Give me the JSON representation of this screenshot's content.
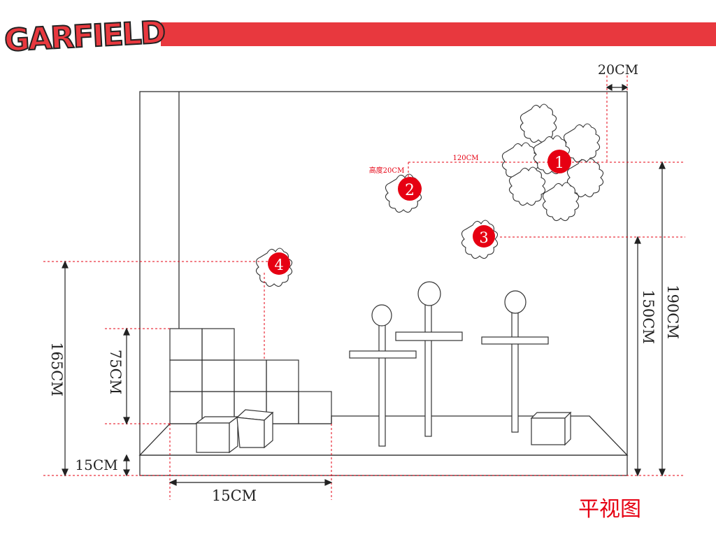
{
  "header": {
    "logo_text": "GARFIELD",
    "band_color": "#e8383e"
  },
  "labels": {
    "width_20cm": "20CM",
    "height_200cm_note": "高度20CM",
    "span_120cm": "120CM",
    "h_190cm": "190CM",
    "h_150cm": "150CM",
    "h_165cm": "165CM",
    "h_75cm": "75CM",
    "h_15cm": "15CM",
    "w_15cm": "15CM",
    "view_title": "平视图"
  },
  "markers": [
    "1",
    "2",
    "3",
    "4"
  ],
  "colors": {
    "accent": "#e8383e",
    "marker": "#e60012",
    "line": "#333333",
    "dashed": "#e60012"
  }
}
